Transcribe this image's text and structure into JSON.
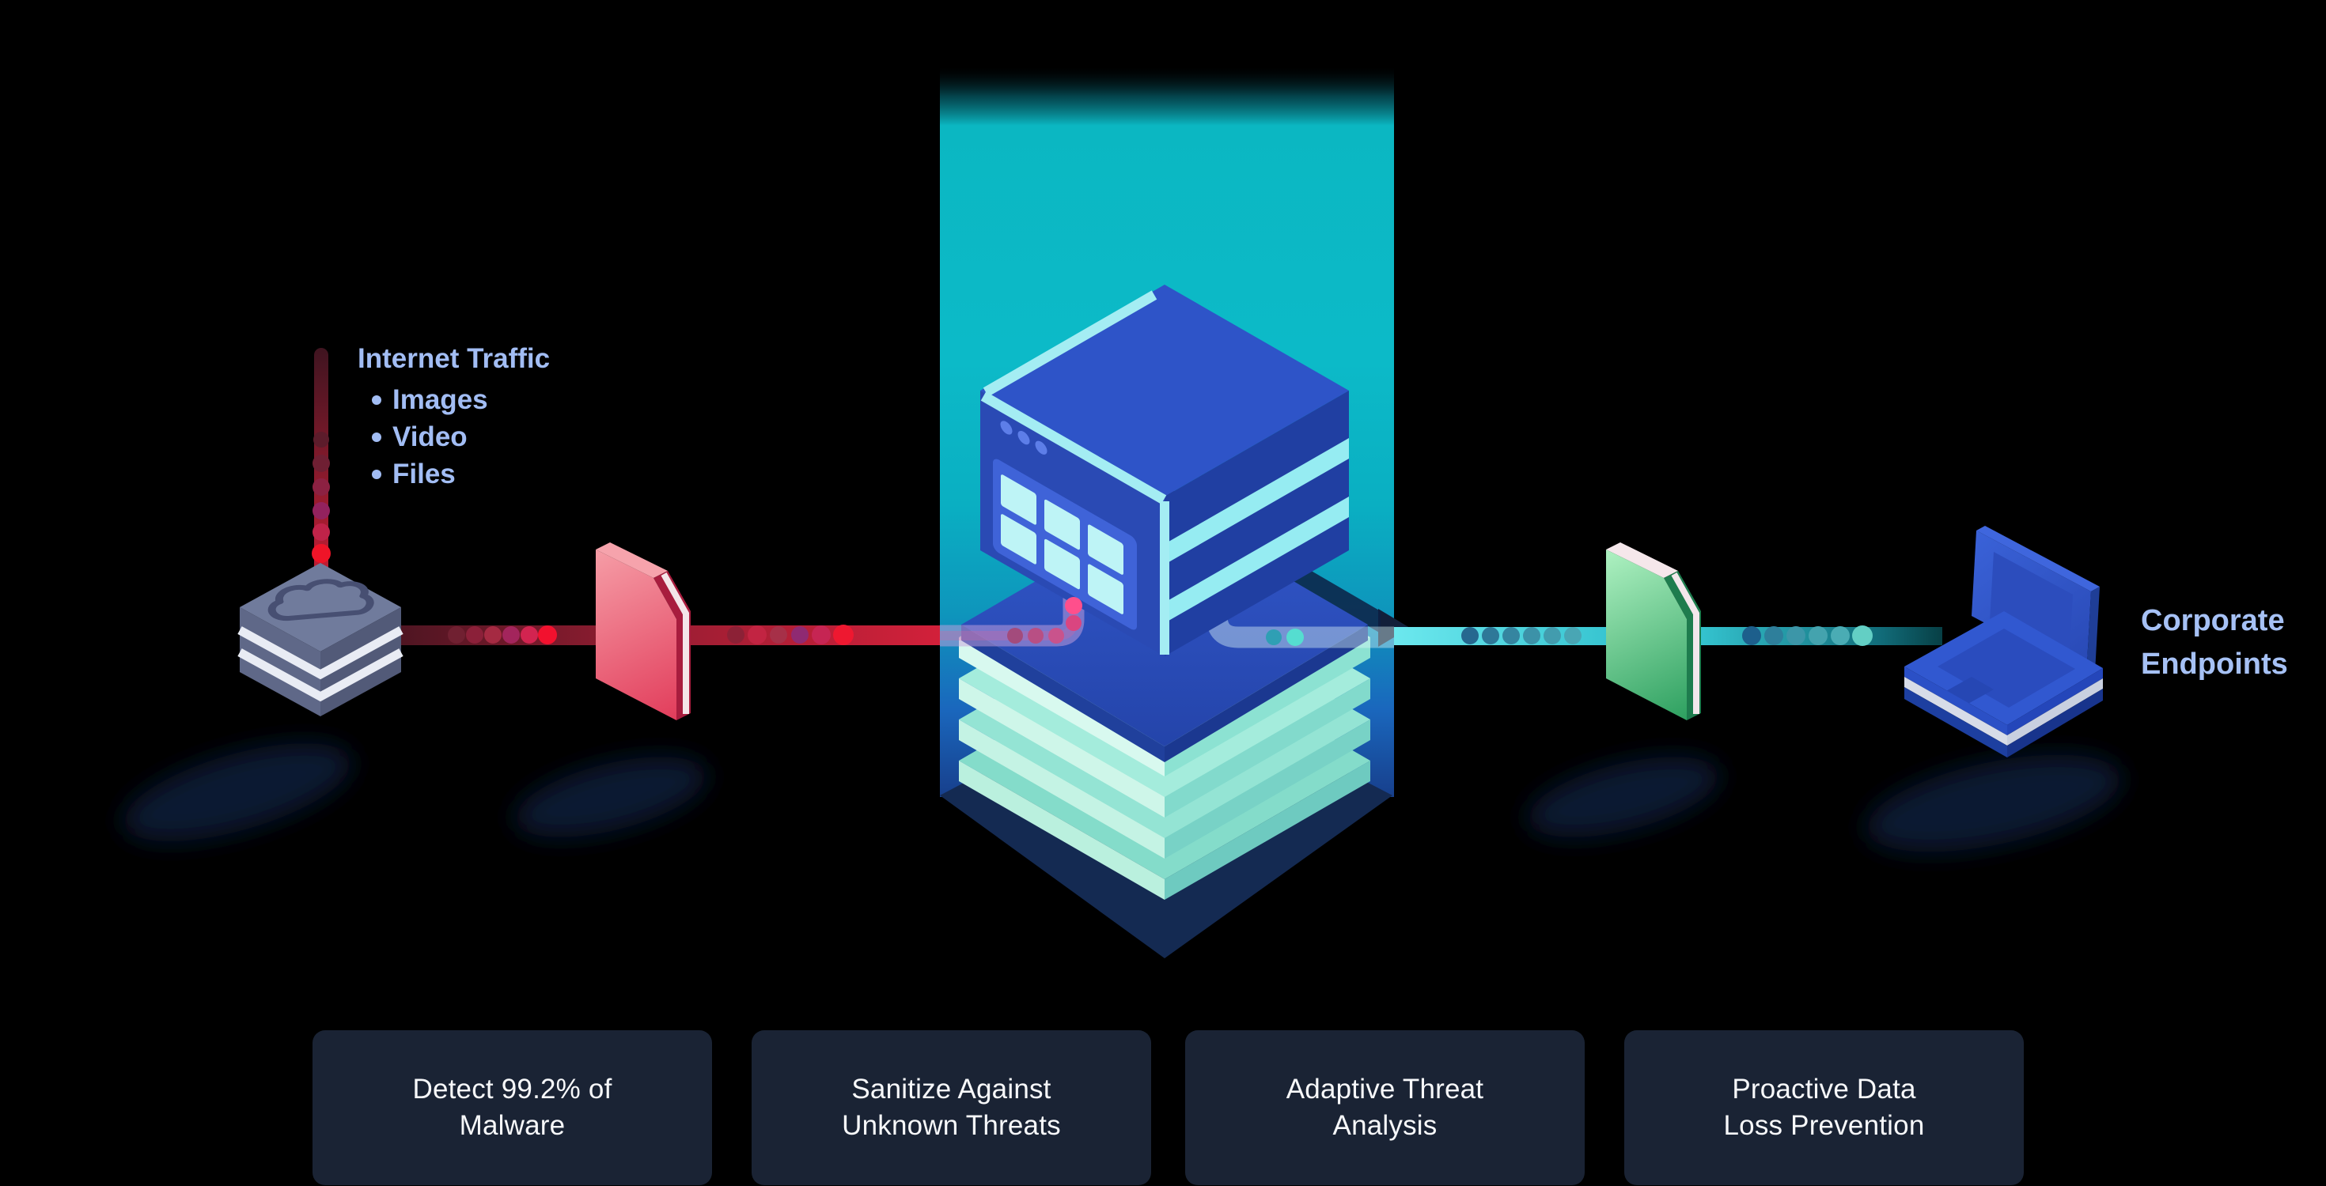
{
  "internet_traffic": {
    "title": "Internet Traffic",
    "items": [
      "Images",
      "Video",
      "Files"
    ]
  },
  "corporate_endpoints": {
    "line1": "Corporate",
    "line2": "Endpoints"
  },
  "feature_cards": [
    {
      "line1": "Detect 99.2% of",
      "line2": "Malware"
    },
    {
      "line1": "Sanitize Against",
      "line2": "Unknown Threats"
    },
    {
      "line1": "Adaptive Threat",
      "line2": "Analysis"
    },
    {
      "line1": "Proactive Data",
      "line2": "Loss Prevention"
    }
  ],
  "icons": {
    "cloud_server": "internet-cloud-server-icon",
    "firewall_red": "firewall-shield-red-icon",
    "sanitization_server": "threat-sanitization-server-icon",
    "data_layers": "sanitized-data-layers-icon",
    "policy_green": "security-policy-shield-green-icon",
    "laptop": "corporate-laptop-icon"
  },
  "colors": {
    "background": "#000000",
    "label_text": "#a2bdf4",
    "card_background": "#1a2334",
    "card_text": "#f7f8fa",
    "beam_teal": "#0cb9c8",
    "threat_line_red": "#d2203a",
    "clean_line_teal": "#5ee3ea",
    "shield_red": "#e2475e",
    "shield_green": "#3aa968",
    "server_blue": "#2e54c8"
  }
}
